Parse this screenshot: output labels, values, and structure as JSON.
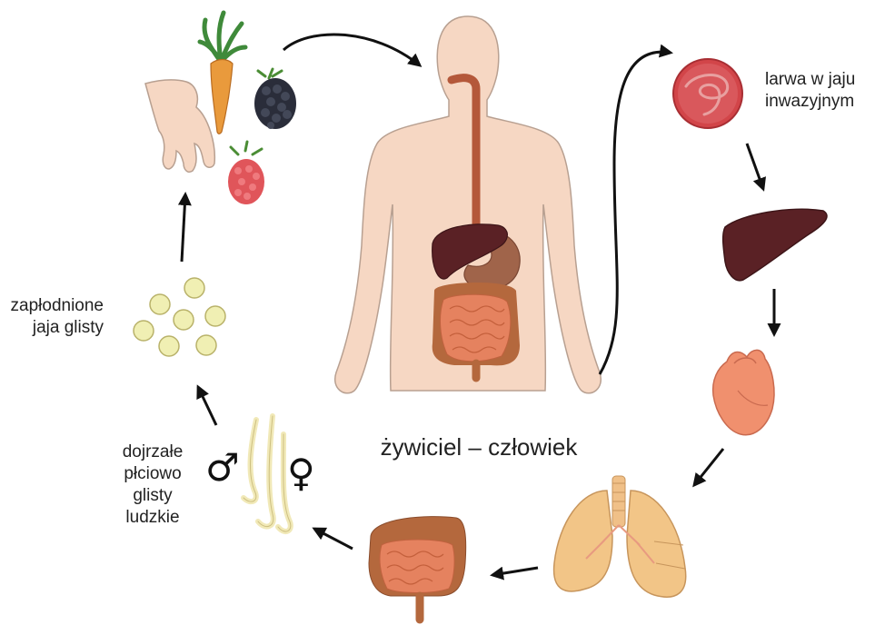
{
  "labels": {
    "host": "żywiciel – człowiek",
    "larva": "larwa w jaju\ninwazyjnym",
    "eggs": "zapłodnione\njaja glisty",
    "adults": "dojrzałe\npłciowo\nglisty\nludzkie"
  },
  "symbols": {
    "male": "♂",
    "female": "♀"
  },
  "colors": {
    "skin": "#f6d7c3",
    "skin_outline": "#b8a091",
    "liver": "#5a2125",
    "intestine": "#e5825f",
    "colon": "#b4683d",
    "egg": "#f0efb3",
    "egg_outline": "#b9b26a",
    "arrow": "#111111"
  }
}
